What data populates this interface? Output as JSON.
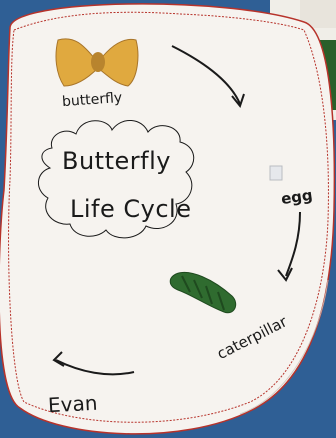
{
  "labels": {
    "butterfly": "butterfly",
    "title_line1": "Butterfly",
    "title_line2": "Life Cycle",
    "egg": "egg",
    "caterpillar": "caterpillar",
    "name": "Evan"
  },
  "colors": {
    "background": "#2f5f95",
    "paper": "#f6f3ef",
    "pasta_butterfly": "#e0a93f",
    "pasta_caterpillar": "#2f6b2f",
    "ink": "#1a1a1a",
    "border_scribble": "#b7332b"
  },
  "objects": {
    "pasta_butterfly": "bow-tie-pasta",
    "pasta_caterpillar": "rotini-pasta",
    "egg": "small-white-pasta-piece",
    "chrysalis_corner": "green-pasta-shell"
  }
}
